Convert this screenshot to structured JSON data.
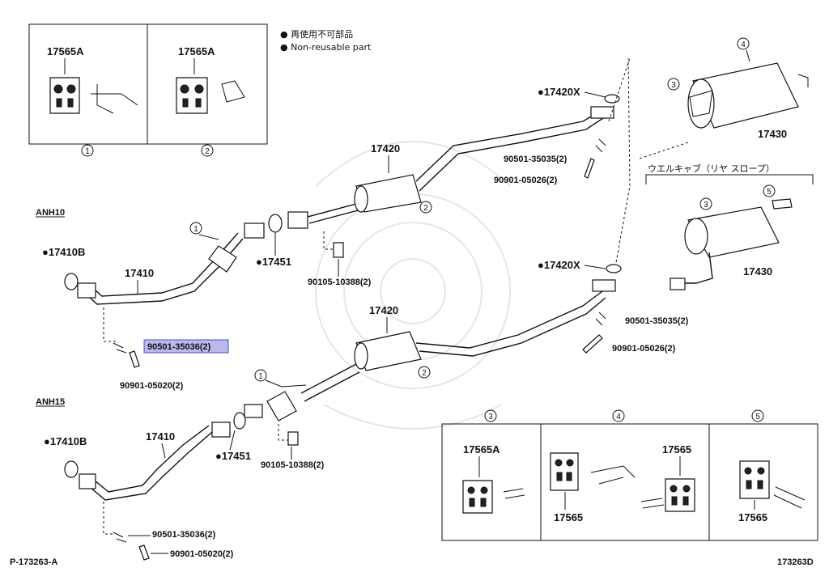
{
  "legend": {
    "dot_jp": "● 再使用不可部品",
    "dot_en": "● Non-reusable part"
  },
  "inset_top": {
    "panel1_label": "17565A",
    "panel1_circle": "1",
    "panel2_label": "17565A",
    "panel2_circle": "2"
  },
  "anh10": {
    "model": "ANH10",
    "gasket_front": "●17410B",
    "front_pipe": "17410",
    "bolt_spring": "90501-35036(2)",
    "bolt": "90901-05020(2)",
    "gasket_center": "●17451",
    "hanger_bolt": "90105-10388(2)",
    "center_pipe": "17420",
    "gasket_rear": "●17420X",
    "rear_spring": "90501-35035(2)",
    "rear_bolt": "90901-05026(2)",
    "circle_1": "1",
    "circle_2": "2"
  },
  "anh15": {
    "model": "ANH15",
    "gasket_front": "●17410B",
    "front_pipe": "17410",
    "bolt_spring": "90501-35036(2)",
    "bolt": "90901-05020(2)",
    "gasket_center": "●17451",
    "hanger_bolt": "90105-10388(2)",
    "center_pipe": "17420",
    "gasket_rear": "●17420X",
    "rear_spring": "90501-35035(2)",
    "rear_bolt": "90901-05026(2)",
    "circle_1": "1",
    "circle_2": "2"
  },
  "tailpipe_upper": {
    "muffler": "17430",
    "circle_3": "3",
    "circle_4": "4"
  },
  "tailpipe_welcab": {
    "title": "ウエルキャブ（リヤ スロープ）",
    "muffler": "17430",
    "circle_3": "3",
    "circle_5": "5"
  },
  "inset_bottom": {
    "panel3_circle": "3",
    "panel3_label": "17565A",
    "panel4_circle": "4",
    "panel4_label_a": "17565",
    "panel4_label_b": "17565",
    "panel5_circle": "5",
    "panel5_label": "17565"
  },
  "footer": {
    "left_code": "P-173263-A",
    "right_code": "173263D"
  }
}
